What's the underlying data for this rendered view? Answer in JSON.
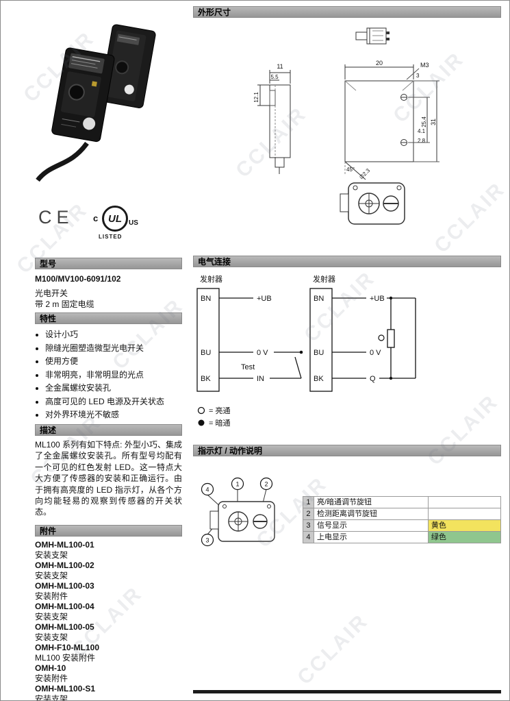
{
  "watermark": {
    "text": "CCLAIR"
  },
  "left": {
    "model": {
      "header": "型号",
      "name": "M100/MV100-6091/102",
      "desc1": "光电开关",
      "desc2": "带 2 m 固定电缆"
    },
    "features": {
      "header": "特性",
      "items": [
        "设计小巧",
        "隙缝光圈塑造微型光电开关",
        "使用方便",
        "非常明亮，非常明显的光点",
        "全金属螺纹安装孔",
        "高度可见的 LED 电源及开关状态",
        "对外界环境光不敏感"
      ]
    },
    "description": {
      "header": "描述",
      "text": "ML100 系列有如下特点: 外型小巧、集成了全金属螺纹安装孔。所有型号均配有一个可见的红色发射 LED。这一特点大大方便了传感器的安装和正确运行。由于拥有高亮度的 LED 指示灯，从各个方向均能轻易的观察到传感器的开关状态。"
    },
    "accessories": {
      "header": "附件",
      "items": [
        {
          "code": "OMH-ML100-01",
          "desc": "安装支架"
        },
        {
          "code": "OMH-ML100-02",
          "desc": "安装支架"
        },
        {
          "code": "OMH-ML100-03",
          "desc": "安装附件"
        },
        {
          "code": "OMH-ML100-04",
          "desc": "安装支架"
        },
        {
          "code": "OMH-ML100-05",
          "desc": "安装支架"
        },
        {
          "code": "OMH-F10-ML100",
          "desc": "ML100 安装附件"
        },
        {
          "code": "OMH-10",
          "desc": "安装附件"
        },
        {
          "code": "OMH-ML100-S1",
          "desc": "安装支架"
        }
      ]
    },
    "certs": {
      "ce": "CE",
      "ul_c": "c",
      "ul": "UL",
      "ul_us": "US",
      "ul_listed": "LISTED"
    }
  },
  "right": {
    "dimensions": {
      "header": "外形尺寸",
      "dims": {
        "top_w": "11",
        "slot_w": "5.5",
        "side_h": "12.1",
        "front_w": "20",
        "thread": "M3",
        "thread_depth": "3",
        "body_h": "31",
        "hole_space": "25.4",
        "d41": "4.1",
        "d28": "2.8",
        "dia": "∅2.3",
        "angle": "45°"
      }
    },
    "wiring": {
      "header": "电气连接",
      "left_title": "发射器",
      "right_title": "发射器",
      "left_pins": [
        {
          "pin": "BN",
          "signal": "+UB"
        },
        {
          "pin": "BU",
          "signal": "0 V"
        },
        {
          "pin": "BK",
          "signal": "IN"
        }
      ],
      "right_pins": [
        {
          "pin": "BN",
          "signal": "+UB"
        },
        {
          "pin": "BU",
          "signal": "0 V"
        },
        {
          "pin": "BK",
          "signal": "Q"
        }
      ],
      "test_label": "Test",
      "legend": [
        {
          "text": "= 亮通"
        },
        {
          "text": "= 暗通"
        }
      ]
    },
    "indicator": {
      "header": "指示灯 / 动作说明",
      "callouts": [
        "4",
        "1",
        "2",
        "3"
      ],
      "colors": {
        "yellow": "#f3e35e",
        "green": "#8fc68e"
      },
      "table": [
        {
          "no": "1",
          "desc": "亮/暗通调节旋钮",
          "color": ""
        },
        {
          "no": "2",
          "desc": "检测距离调节旋钮",
          "color": ""
        },
        {
          "no": "3",
          "desc": "信号显示",
          "color": "黄色"
        },
        {
          "no": "4",
          "desc": "上电显示",
          "color": "绿色"
        }
      ]
    }
  }
}
